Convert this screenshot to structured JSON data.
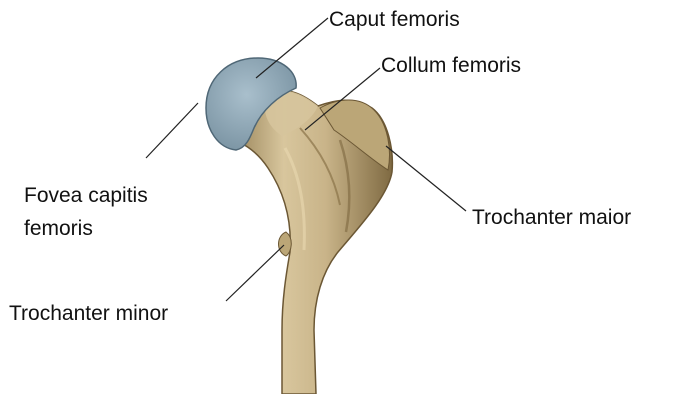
{
  "labels": {
    "caput_femoris": "Caput femoris",
    "collum_femoris": "Collum femoris",
    "fovea_line1": "Fovea capitis",
    "fovea_line2": "femoris",
    "trochanter_maior": "Trochanter maior",
    "trochanter_minor": "Trochanter minor"
  },
  "colors": {
    "bone": "#c9b489",
    "bone_shadow": "#9c8558",
    "bone_highlight": "#e6d7b3",
    "cartilage": "#8fa7b5",
    "cartilage_edge": "#5e7585",
    "leader_line": "#222222",
    "text": "#111111"
  }
}
